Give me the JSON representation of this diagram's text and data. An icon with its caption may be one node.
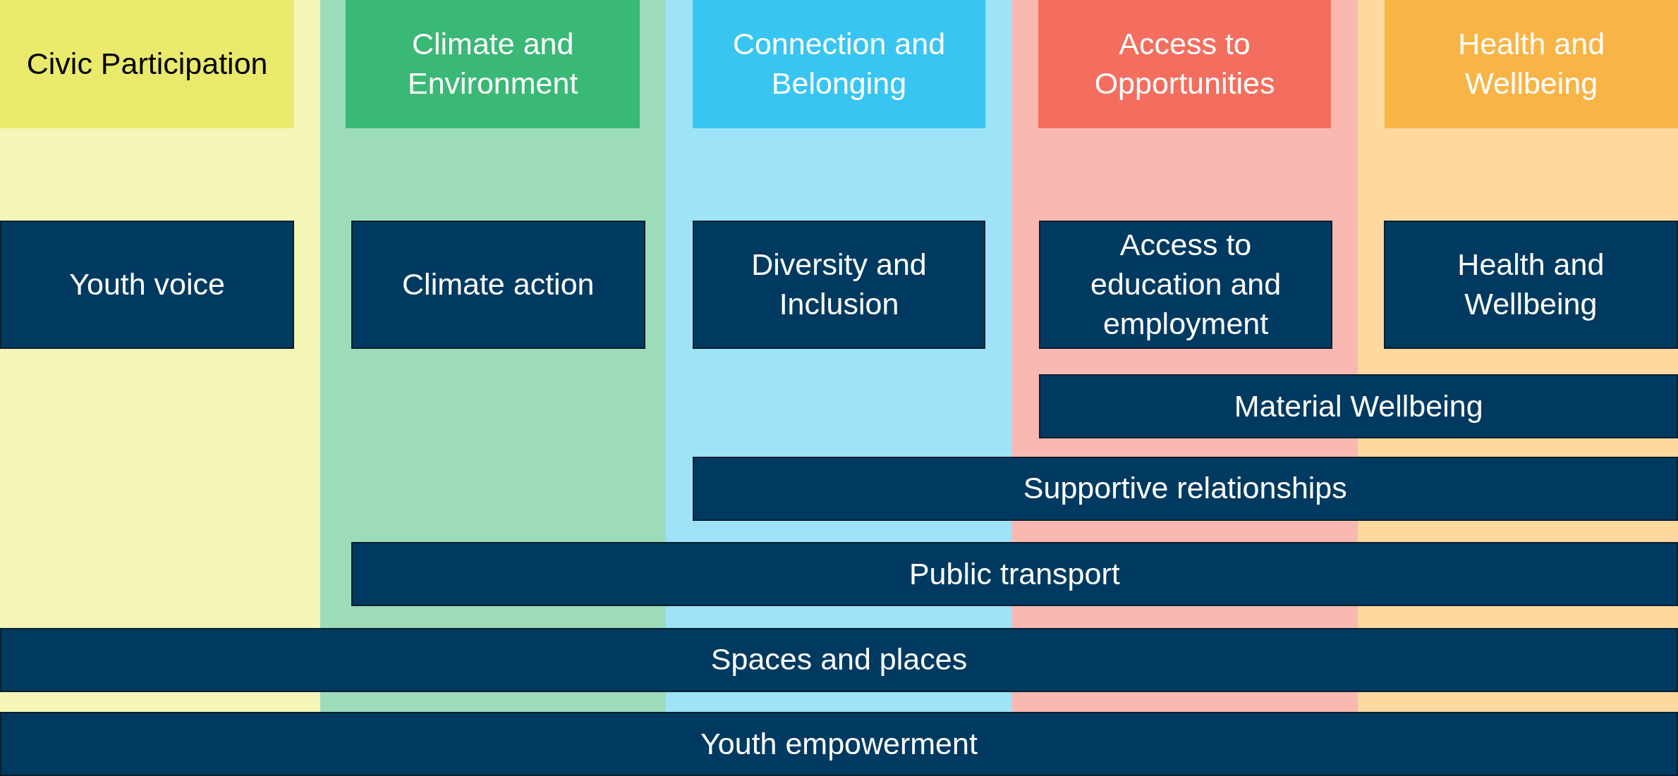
{
  "diagram": {
    "nodes": [
      {
        "text": [
          "Civic Participation"
        ]
      },
      {
        "text": [
          "Climate and Environment"
        ]
      },
      {
        "text": [
          "Connection and Belonging"
        ]
      },
      {
        "text": [
          "Access to Opportunities"
        ]
      },
      {
        "text": [
          "Health and Wellbeing"
        ]
      },
      {
        "text": [
          "Youth voice"
        ]
      },
      {
        "text": [
          "Climate action"
        ]
      },
      {
        "text": [
          "Diversity and Inclusion"
        ]
      },
      {
        "text": [
          "Access to education and employment"
        ]
      },
      {
        "text": [
          "Health and Wellbeing"
        ]
      },
      {
        "text": [
          "Material Wellbeing"
        ]
      },
      {
        "text": [
          "Supportive relationships"
        ]
      },
      {
        "text": [
          "Public transport"
        ]
      },
      {
        "text": [
          "Spaces and places"
        ]
      },
      {
        "text": [
          "Youth empowerment"
        ]
      }
    ]
  }
}
